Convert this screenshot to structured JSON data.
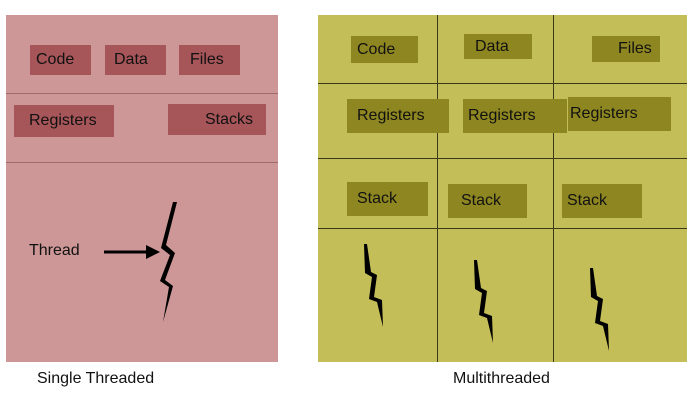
{
  "single": {
    "caption": "Single Threaded",
    "code": "Code",
    "data": "Data",
    "files": "Files",
    "registers": "Registers",
    "stacks": "Stacks",
    "thread_label": "Thread"
  },
  "multi": {
    "caption": "Multithreaded",
    "code": "Code",
    "data": "Data",
    "files": "Files",
    "registers": [
      "Registers",
      "Registers",
      "Registers"
    ],
    "stacks": [
      "Stack",
      "Stack",
      "Stack"
    ]
  },
  "colors": {
    "single_bg": "#cd9797",
    "single_box": "#a65559",
    "multi_bg": "#c3be57",
    "multi_box": "#8e8621"
  },
  "icons": {
    "thread": "lightning-bolt-icon",
    "pointer": "arrow-right-icon"
  }
}
